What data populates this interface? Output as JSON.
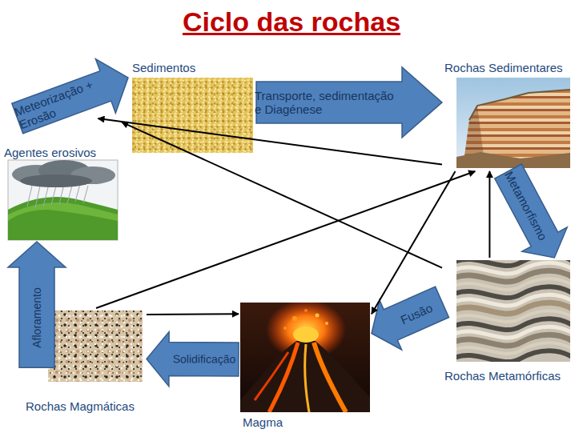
{
  "diagram": {
    "title": "Ciclo das rochas",
    "nodes": [
      {
        "text": [
          "Sedimentos"
        ]
      },
      {
        "text": [
          "Rochas Sedimentares"
        ]
      },
      {
        "text": [
          "Agentes erosivos"
        ]
      },
      {
        "text": [
          "Rochas Metamórficas"
        ]
      },
      {
        "text": [
          "Rochas Magmáticas"
        ]
      },
      {
        "text": [
          "Magma"
        ]
      }
    ],
    "edges": [
      {
        "from": 2,
        "to": 0,
        "label": "Meteorização + Erosão",
        "arrow": "to"
      },
      {
        "from": 0,
        "to": 1,
        "label": "Transporte, sedimentação e Diagénese",
        "arrow": "to"
      },
      {
        "from": 1,
        "to": 3,
        "label": "Metamorfismo",
        "arrow": "to"
      },
      {
        "from": 3,
        "to": 5,
        "label": "Fusão",
        "arrow": "to"
      },
      {
        "from": 5,
        "to": 4,
        "label": "Solidificação",
        "arrow": "to"
      },
      {
        "from": 4,
        "to": 2,
        "label": "Afloramento",
        "arrow": "to"
      },
      {
        "from": 1,
        "to": 2,
        "arrow": "to"
      },
      {
        "from": 3,
        "to": 2,
        "arrow": "to"
      },
      {
        "from": 4,
        "to": 1,
        "arrow": "to"
      },
      {
        "from": 4,
        "to": 5,
        "arrow": "to"
      },
      {
        "from": 1,
        "to": 5,
        "arrow": "to"
      },
      {
        "from": 3,
        "to": 1,
        "arrow": "to"
      }
    ]
  }
}
